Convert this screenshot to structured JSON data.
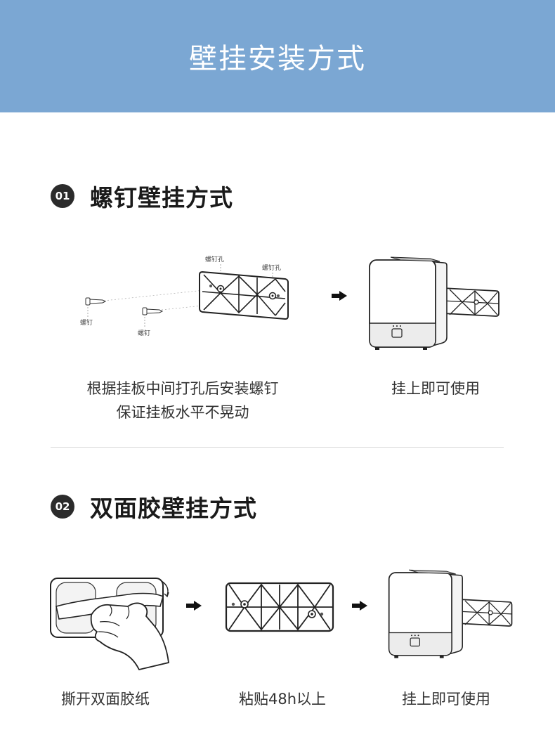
{
  "header": {
    "title": "壁挂安装方式"
  },
  "section1": {
    "number": "01",
    "title": "螺钉壁挂方式",
    "labels": {
      "screw_hole_1": "螺钉孔",
      "screw_hole_2": "螺钉孔",
      "screw_1": "螺钉",
      "screw_2": "螺钉"
    },
    "caption_left_line1": "根据挂板中间打孔后安装螺钉",
    "caption_left_line2": "保证挂板水平不晃动",
    "caption_right": "挂上即可使用"
  },
  "section2": {
    "number": "02",
    "title": "双面胶壁挂方式",
    "caption_1": "撕开双面胶纸",
    "caption_2": "粘贴48h以上",
    "caption_3": "挂上即可使用"
  },
  "colors": {
    "header_bg": "#7ba7d3",
    "badge_bg": "#2b2b2b",
    "divider": "#d9d9d9"
  }
}
